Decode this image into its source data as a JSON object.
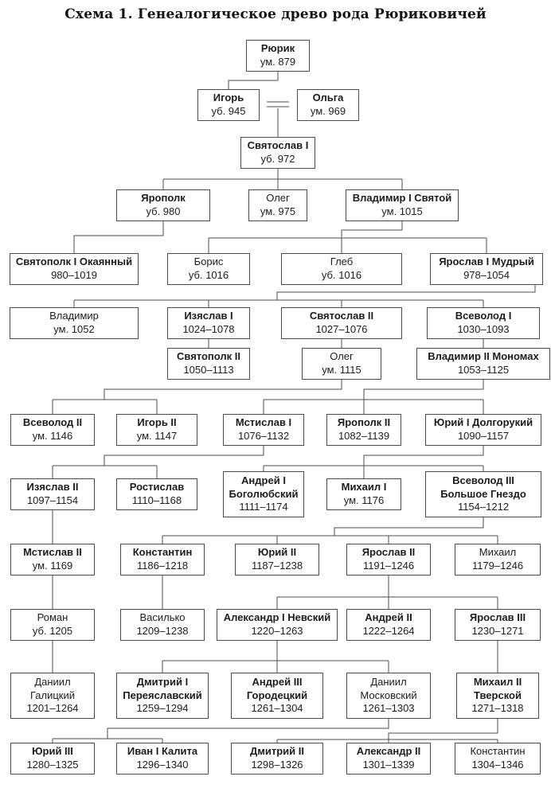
{
  "title": "Схема 1. Генеалогическое древо рода Рюриковичей",
  "tree": {
    "nodes": [
      {
        "id": "rurik",
        "gen": 1,
        "name": "Рюрик",
        "dates": "ум. 879",
        "bold": true
      },
      {
        "id": "igor",
        "gen": 2,
        "name": "Игорь",
        "dates": "уб. 945",
        "bold": true
      },
      {
        "id": "olga",
        "gen": 2,
        "name": "Ольга",
        "dates": "ум. 969",
        "bold": true
      },
      {
        "id": "svyatoslav1",
        "gen": 3,
        "name": "Святослав I",
        "dates": "уб. 972",
        "bold": true
      },
      {
        "id": "yaropolk",
        "gen": 4,
        "name": "Ярополк",
        "dates": "уб. 980",
        "bold": true
      },
      {
        "id": "oleg975",
        "gen": 4,
        "name": "Олег",
        "dates": "ум. 975",
        "bold": false
      },
      {
        "id": "vladimir1",
        "gen": 4,
        "name": "Владимир I Святой",
        "dates": "ум. 1015",
        "bold": true
      },
      {
        "id": "svyatopolk1",
        "gen": 5,
        "name": "Святополк I Окаянный",
        "dates": "980–1019",
        "bold": true
      },
      {
        "id": "boris",
        "gen": 5,
        "name": "Борис",
        "dates": "уб. 1016",
        "bold": false
      },
      {
        "id": "gleb",
        "gen": 5,
        "name": "Глеб",
        "dates": "уб. 1016",
        "bold": false
      },
      {
        "id": "yaroslav1",
        "gen": 5,
        "name": "Ярослав I Мудрый",
        "dates": "978–1054",
        "bold": true
      },
      {
        "id": "vladimir1052",
        "gen": 6,
        "name": "Владимир",
        "dates": "ум. 1052",
        "bold": false
      },
      {
        "id": "izyaslav1",
        "gen": 6,
        "name": "Изяслав I",
        "dates": "1024–1078",
        "bold": true
      },
      {
        "id": "svyatoslav2",
        "gen": 6,
        "name": "Святослав II",
        "dates": "1027–1076",
        "bold": true
      },
      {
        "id": "vsevolod1",
        "gen": 6,
        "name": "Всеволод I",
        "dates": "1030–1093",
        "bold": true
      },
      {
        "id": "svyatopolk2",
        "gen": 7,
        "name": "Святополк II",
        "dates": "1050–1113",
        "bold": true
      },
      {
        "id": "oleg1115",
        "gen": 7,
        "name": "Олег",
        "dates": "ум. 1115",
        "bold": false
      },
      {
        "id": "monomakh",
        "gen": 7,
        "name": "Владимир II Мономах",
        "dates": "1053–1125",
        "bold": true
      },
      {
        "id": "vsevolod2",
        "gen": 8,
        "name": "Всеволод II",
        "dates": "ум. 1146",
        "bold": true
      },
      {
        "id": "igor2",
        "gen": 8,
        "name": "Игорь II",
        "dates": "ум. 1147",
        "bold": true
      },
      {
        "id": "mstislav1",
        "gen": 8,
        "name": "Мстислав I",
        "dates": "1076–1132",
        "bold": true
      },
      {
        "id": "yaropolk2",
        "gen": 8,
        "name": "Ярополк II",
        "dates": "1082–1139",
        "bold": true
      },
      {
        "id": "yuri1",
        "gen": 8,
        "name": "Юрий I Долгорукий",
        "dates": "1090–1157",
        "bold": true
      },
      {
        "id": "izyaslav2",
        "gen": 9,
        "name": "Изяслав II",
        "dates": "1097–1154",
        "bold": true
      },
      {
        "id": "rostislav",
        "gen": 9,
        "name": "Ростислав",
        "dates": "1110–1168",
        "bold": true
      },
      {
        "id": "andrey1",
        "gen": 9,
        "name": "Андрей I\nБоголюбский",
        "dates": "1111–1174",
        "bold": true
      },
      {
        "id": "mikhail1",
        "gen": 9,
        "name": "Михаил I",
        "dates": "ум. 1176",
        "bold": true
      },
      {
        "id": "vsevolod3",
        "gen": 9,
        "name": "Всеволод III\nБольшое Гнездо",
        "dates": "1154–1212",
        "bold": true
      },
      {
        "id": "mstislav2",
        "gen": 10,
        "name": "Мстислав II",
        "dates": "ум. 1169",
        "bold": true
      },
      {
        "id": "konstantin1218",
        "gen": 10,
        "name": "Константин",
        "dates": "1186–1218",
        "bold": true
      },
      {
        "id": "yuri2",
        "gen": 10,
        "name": "Юрий II",
        "dates": "1187–1238",
        "bold": true
      },
      {
        "id": "yaroslav2",
        "gen": 10,
        "name": "Ярослав II",
        "dates": "1191–1246",
        "bold": true
      },
      {
        "id": "mikhail1246",
        "gen": 10,
        "name": "Михаил",
        "dates": "1179–1246",
        "bold": false
      },
      {
        "id": "roman",
        "gen": 11,
        "name": "Роман",
        "dates": "уб. 1205",
        "bold": false
      },
      {
        "id": "vasilko",
        "gen": 11,
        "name": "Василько",
        "dates": "1209–1238",
        "bold": false
      },
      {
        "id": "nevsky",
        "gen": 11,
        "name": "Александр I Невский",
        "dates": "1220–1263",
        "bold": true
      },
      {
        "id": "andrey2",
        "gen": 11,
        "name": "Андрей II",
        "dates": "1222–1264",
        "bold": true
      },
      {
        "id": "yaroslav3",
        "gen": 11,
        "name": "Ярослав III",
        "dates": "1230–1271",
        "bold": true
      },
      {
        "id": "daniilGal",
        "gen": 12,
        "name": "Даниил\nГалицкий",
        "dates": "1201–1264",
        "bold": false
      },
      {
        "id": "dmitry1",
        "gen": 12,
        "name": "Дмитрий I\nПереяславский",
        "dates": "1259–1294",
        "bold": true
      },
      {
        "id": "andrey3",
        "gen": 12,
        "name": "Андрей III\nГородецкий",
        "dates": "1261–1304",
        "bold": true
      },
      {
        "id": "daniilMos",
        "gen": 12,
        "name": "Даниил\nМосковский",
        "dates": "1261–1303",
        "bold": false
      },
      {
        "id": "mikhail2",
        "gen": 12,
        "name": "Михаил II\nТверской",
        "dates": "1271–1318",
        "bold": true
      },
      {
        "id": "yuri3",
        "gen": 13,
        "name": "Юрий III",
        "dates": "1280–1325",
        "bold": true
      },
      {
        "id": "ivan1",
        "gen": 13,
        "name": "Иван I Калита",
        "dates": "1296–1340",
        "bold": true
      },
      {
        "id": "dmitry2",
        "gen": 13,
        "name": "Дмитрий II",
        "dates": "1298–1326",
        "bold": true
      },
      {
        "id": "alexandr2",
        "gen": 13,
        "name": "Александр II",
        "dates": "1301–1339",
        "bold": true
      },
      {
        "id": "konstantin1346",
        "gen": 13,
        "name": "Константин",
        "dates": "1304–1346",
        "bold": false
      }
    ],
    "marriage": {
      "between": [
        "igor",
        "olga"
      ]
    },
    "edges": [
      {
        "parent": "rurik",
        "children": [
          "igor"
        ]
      },
      {
        "couple": [
          "igor",
          "olga"
        ],
        "children": [
          "svyatoslav1"
        ]
      },
      {
        "parent": "svyatoslav1",
        "children": [
          "yaropolk",
          "oleg975",
          "vladimir1"
        ]
      },
      {
        "parent": "yaropolk",
        "children": [
          "svyatopolk1"
        ]
      },
      {
        "parent": "vladimir1",
        "children": [
          "boris",
          "gleb",
          "yaroslav1"
        ]
      },
      {
        "parent": "yaroslav1",
        "children": [
          "vladimir1052",
          "izyaslav1",
          "svyatoslav2",
          "vsevolod1"
        ]
      },
      {
        "parent": "izyaslav1",
        "children": [
          "svyatopolk2"
        ]
      },
      {
        "parent": "svyatoslav2",
        "children": [
          "oleg1115"
        ]
      },
      {
        "parent": "vsevolod1",
        "children": [
          "monomakh"
        ]
      },
      {
        "parent": "oleg1115",
        "children": [
          "vsevolod2",
          "igor2"
        ]
      },
      {
        "parent": "monomakh",
        "children": [
          "mstislav1",
          "yaropolk2",
          "yuri1"
        ]
      },
      {
        "parent": "mstislav1",
        "children": [
          "izyaslav2",
          "rostislav"
        ]
      },
      {
        "parent": "yuri1",
        "children": [
          "andrey1",
          "mikhail1",
          "vsevolod3"
        ]
      },
      {
        "parent": "izyaslav2",
        "children": [
          "mstislav2"
        ]
      },
      {
        "parent": "vsevolod3",
        "children": [
          "konstantin1218",
          "yuri2",
          "yaroslav2",
          "mikhail1246"
        ]
      },
      {
        "parent": "mstislav2",
        "children": [
          "roman"
        ]
      },
      {
        "parent": "konstantin1218",
        "children": [
          "vasilko"
        ]
      },
      {
        "parent": "yaroslav2",
        "children": [
          "nevsky",
          "andrey2",
          "yaroslav3"
        ]
      },
      {
        "parent": "roman",
        "children": [
          "daniilGal"
        ]
      },
      {
        "parent": "nevsky",
        "children": [
          "dmitry1",
          "andrey3",
          "daniilMos"
        ]
      },
      {
        "parent": "yaroslav3",
        "children": [
          "mikhail2"
        ]
      },
      {
        "parent": "daniilMos",
        "children": [
          "yuri3",
          "ivan1"
        ]
      },
      {
        "parent": "mikhail2",
        "children": [
          "dmitry2",
          "alexandr2",
          "konstantin1346"
        ]
      }
    ]
  }
}
